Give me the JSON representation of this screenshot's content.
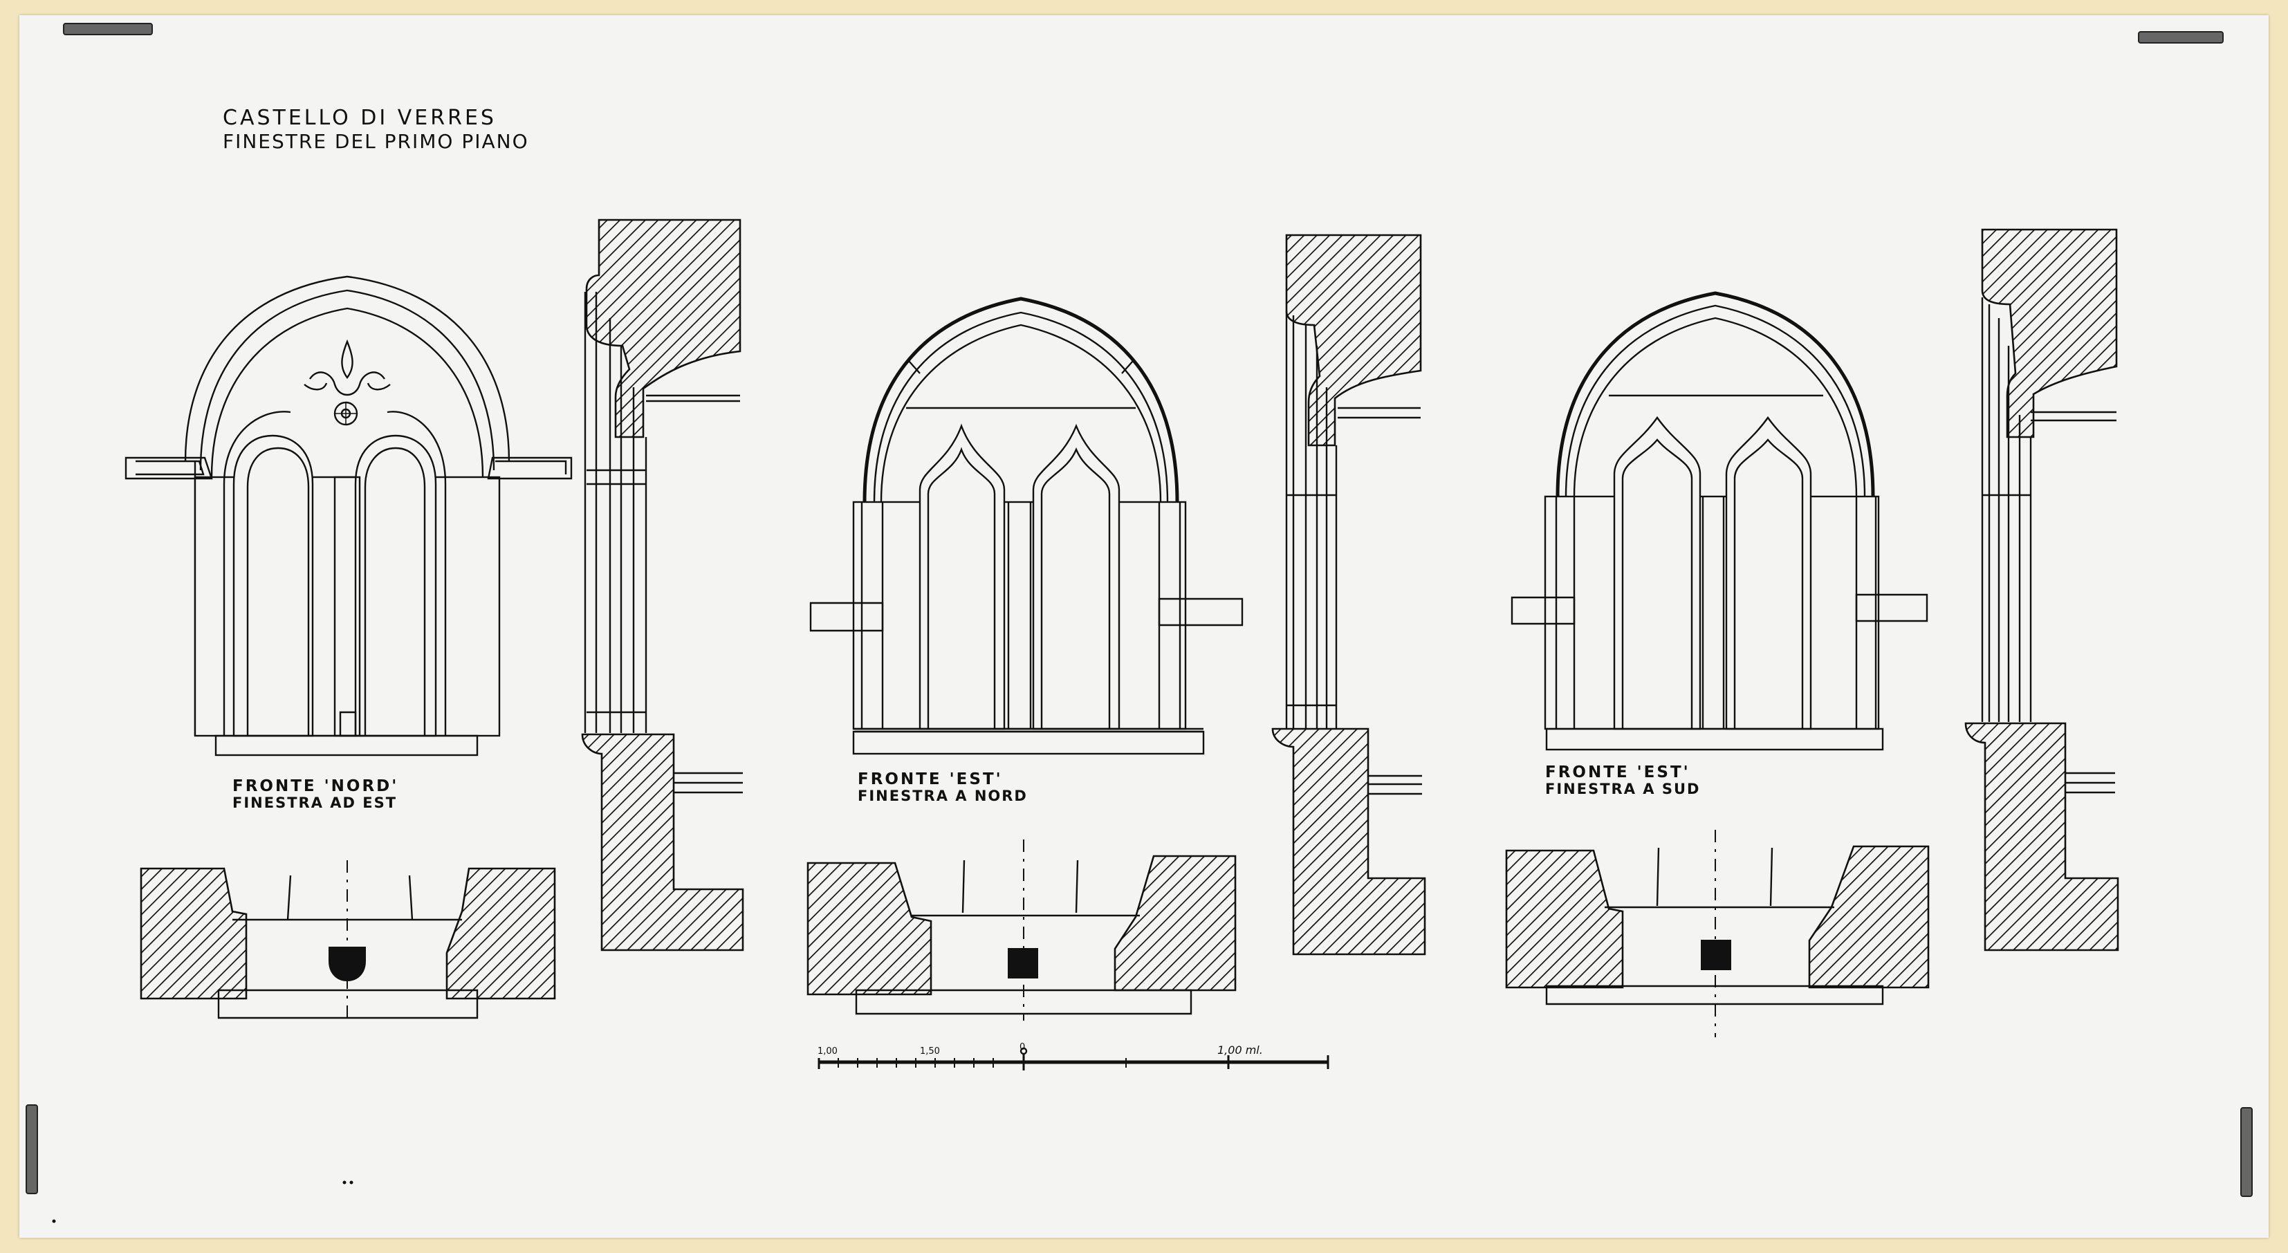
{
  "title": {
    "line1": "CASTELLO DI VERRES",
    "line2": "FINESTRE DEL PRIMO PIANO"
  },
  "window_labels": [
    {
      "line1": "FRONTE 'NORD'",
      "line2": "FINESTRA AD EST"
    },
    {
      "line1": "FRONTE 'EST'",
      "line2": "FINESTRA A NORD"
    },
    {
      "line1": "FRONTE 'EST'",
      "line2": "FINESTRA A SUD"
    }
  ],
  "scale_bar": {
    "labels": [
      "1,00",
      "1,50",
      "0",
      "1,00 ml."
    ]
  },
  "icons": [
    "scale-bar-icon",
    "hatch-pattern-icon",
    "fleur-de-lis-icon",
    "rosette-icon",
    "board-clip-icon"
  ]
}
